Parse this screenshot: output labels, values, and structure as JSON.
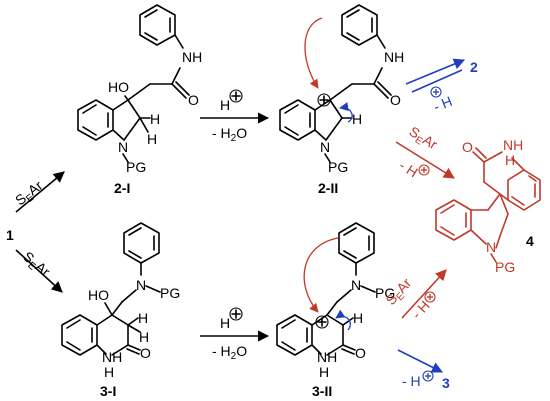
{
  "compounds": {
    "start": "1",
    "c2I": "2-I",
    "c2II": "2-II",
    "c3I": "3-I",
    "c3II": "3-II",
    "product2": "2",
    "product3": "3",
    "product4": "4"
  },
  "atoms": {
    "oh": "HO",
    "nh": "NH",
    "o": "O",
    "h": "H",
    "n": "N",
    "pg": "PG",
    "plus": "+"
  },
  "conditions": {
    "proton": "H",
    "minus_water": "- H",
    "water_sub": "2",
    "water_o": "O",
    "searSE": "S",
    "searE": "E",
    "searAr": "Ar",
    "minusH": "- H"
  },
  "colors": {
    "red": "#c0392b",
    "blue": "#1f3fbf"
  }
}
